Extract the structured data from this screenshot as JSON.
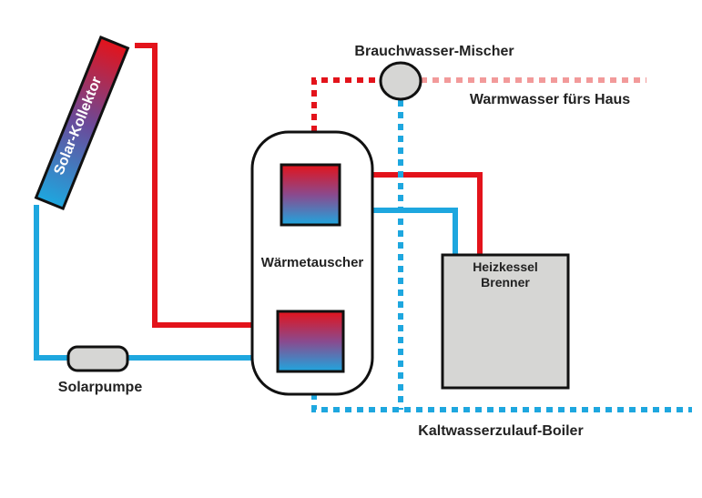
{
  "labels": {
    "mixer": "Brauchwasser-Mischer",
    "warm_water": "Warmwasser fürs Haus",
    "collector": "Solar-Kollektor",
    "heat_exchanger": "Wärmetauscher",
    "boiler_line1": "Heizkessel",
    "boiler_line2": "Brenner",
    "pump": "Solarpumpe",
    "cold_water": "Kaltwasserzulauf-Boiler"
  },
  "colors": {
    "hot": "#e3131b",
    "cold": "#1ea7df",
    "warm_dotted": "#f29a9a",
    "boiler_fill": "#d6d6d4",
    "component_fill": "#d6d6d4",
    "outline": "#111111"
  }
}
